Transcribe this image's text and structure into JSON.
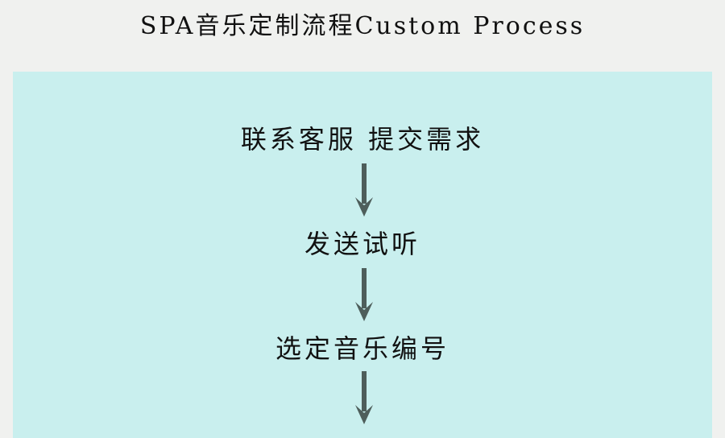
{
  "title": "SPA音乐定制流程Custom Process",
  "steps": [
    {
      "label": "联系客服 提交需求"
    },
    {
      "label": "发送试听"
    },
    {
      "label": "选定音乐编号"
    }
  ],
  "colors": {
    "background": "#f0f1ef",
    "panel": "#c9efee",
    "arrow": "#4e5e5b",
    "text": "#111111"
  },
  "icons": {
    "connector": "arrow-down-icon"
  }
}
